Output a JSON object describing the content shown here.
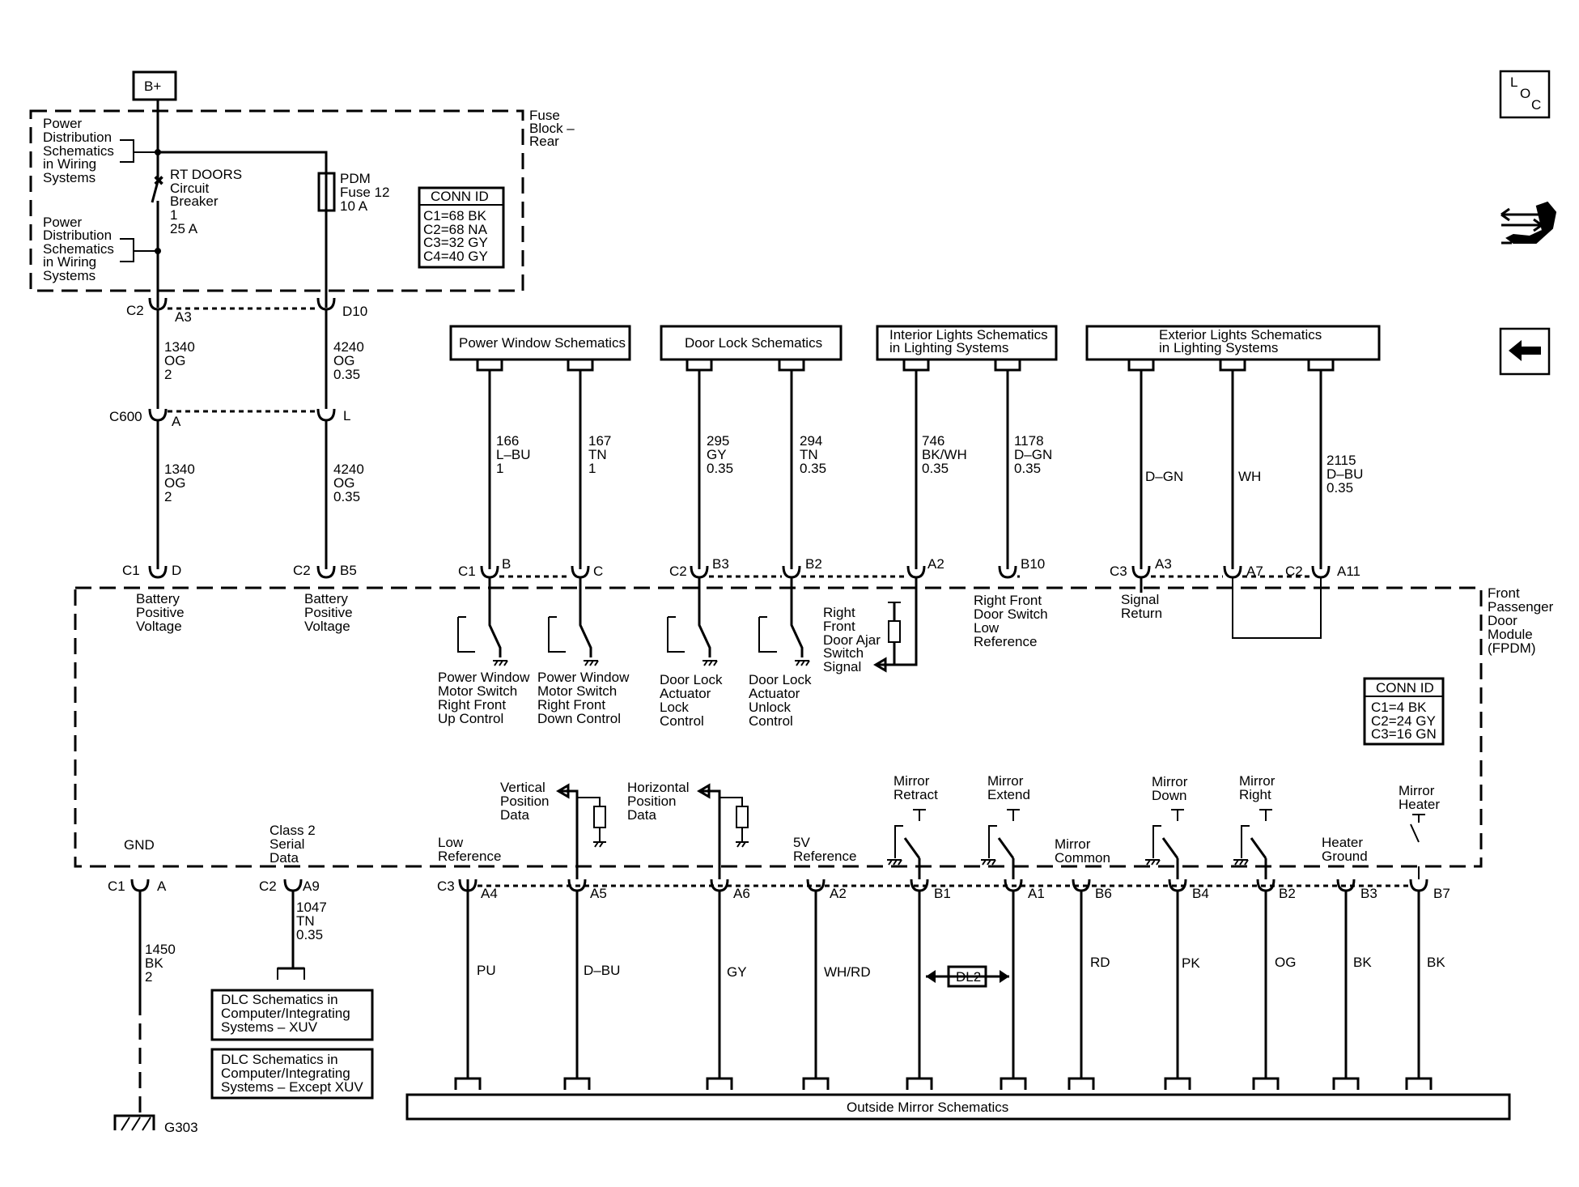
{
  "nav": {
    "loc_l": "L",
    "loc_o": "O",
    "loc_c": "C"
  },
  "power": {
    "bplus": "B+",
    "fuse_block": [
      "Fuse",
      "Block –",
      "Rear"
    ],
    "pds1": [
      "Power",
      "Distribution",
      "Schematics",
      "in Wiring",
      "Systems"
    ],
    "pds2": [
      "Power",
      "Distribution",
      "Schematics",
      "in Wiring",
      "Systems"
    ],
    "breaker": [
      "RT DOORS",
      "Circuit",
      "Breaker",
      "1",
      "25 A"
    ],
    "fuse": [
      "PDM",
      "Fuse 12",
      "10 A"
    ],
    "conn_title": "CONN ID",
    "conn_lines": [
      "C1=68 BK",
      "C2=68 NA",
      "C3=32 GY",
      "C4=40 GY"
    ]
  },
  "upper_connectors": {
    "c2": "C2",
    "a3": "A3",
    "d10": "D10",
    "c600": "C600",
    "a": "A",
    "l": "L",
    "c1_left": "C1",
    "d": "D",
    "c2_left": "C2",
    "b5": "B5"
  },
  "supply_wires": {
    "w1": [
      "1340",
      "OG",
      "2"
    ],
    "w2": [
      "4240",
      "OG",
      "0.35"
    ],
    "w3": [
      "1340",
      "OG",
      "2"
    ],
    "w4": [
      "4240",
      "OG",
      "0.35"
    ]
  },
  "battery": {
    "left": [
      "Battery",
      "Positive",
      "Voltage"
    ],
    "right": [
      "Battery",
      "Positive",
      "Voltage"
    ]
  },
  "schematics": {
    "power_window": "Power Window Schematics",
    "door_lock": "Door Lock Schematics",
    "interior": [
      "Interior Lights Schematics",
      "in Lighting Systems"
    ],
    "exterior": [
      "Exterior Lights Schematics",
      "in Lighting Systems"
    ]
  },
  "upper_wires": {
    "w166": [
      "166",
      "L–BU",
      "1"
    ],
    "w167": [
      "167",
      "TN",
      "1"
    ],
    "w295": [
      "295",
      "GY",
      "0.35"
    ],
    "w294": [
      "294",
      "TN",
      "0.35"
    ],
    "w746": [
      "746",
      "BK/WH",
      "0.35"
    ],
    "w1178": [
      "1178",
      "D–GN",
      "0.35"
    ],
    "wdgn": "D–GN",
    "wwh": "WH",
    "w2115": [
      "2115",
      "D–BU",
      "0.35"
    ]
  },
  "upper_pins": {
    "c1": "C1",
    "b": "B",
    "c": "C",
    "c2": "C2",
    "b3": "B3",
    "b2": "B2",
    "a2": "A2",
    "b10": "B10",
    "c3": "C3",
    "a3": "A3",
    "a7": "A7",
    "c2b": "C2",
    "a11": "A11"
  },
  "module": {
    "name": [
      "Front",
      "Passenger",
      "Door",
      "Module",
      "(FPDM)"
    ],
    "conn_title": "CONN ID",
    "conn_lines": [
      "C1=4 BK",
      "C2=24 GY",
      "C3=16 GN"
    ],
    "pw_up": [
      "Power Window",
      "Motor Switch",
      "Right Front",
      "Up Control"
    ],
    "pw_down": [
      "Power Window",
      "Motor Switch",
      "Right Front",
      "Down Control"
    ],
    "dl_lock": [
      "Door Lock",
      "Actuator",
      "Lock",
      "Control"
    ],
    "dl_unlock": [
      "Door Lock",
      "Actuator",
      "Unlock",
      "Control"
    ],
    "door_ajar": [
      "Right",
      "Front",
      "Door Ajar",
      "Switch",
      "Signal"
    ],
    "low_ref": [
      "Right Front",
      "Door Switch",
      "Low",
      "Reference"
    ],
    "signal_return": [
      "Signal",
      "Return"
    ],
    "gnd": "GND",
    "class2": [
      "Class 2",
      "Serial",
      "Data"
    ],
    "low_reference": [
      "Low",
      "Reference"
    ],
    "vertical": [
      "Vertical",
      "Position",
      "Data"
    ],
    "horizontal": [
      "Horizontal",
      "Position",
      "Data"
    ],
    "five_v": [
      "5V",
      "Reference"
    ],
    "retract": [
      "Mirror",
      "Retract"
    ],
    "extend": [
      "Mirror",
      "Extend"
    ],
    "common": [
      "Mirror",
      "Common"
    ],
    "down": [
      "Mirror",
      "Down"
    ],
    "right": [
      "Mirror",
      "Right"
    ],
    "heater_gnd": [
      "Heater",
      "Ground"
    ],
    "heater": [
      "Mirror",
      "Heater"
    ]
  },
  "lower_pins": {
    "c1": "C1",
    "a": "A",
    "c2": "C2",
    "a9": "A9",
    "c3": "C3",
    "a4": "A4",
    "a5": "A5",
    "a6": "A6",
    "a2": "A2",
    "b1": "B1",
    "a1": "A1",
    "b6": "B6",
    "b4": "B4",
    "b2": "B2",
    "b3": "B3",
    "b7": "B7"
  },
  "lower_wires": {
    "w1450": [
      "1450",
      "BK",
      "2"
    ],
    "w1047": [
      "1047",
      "TN",
      "0.35"
    ],
    "pu": "PU",
    "dbu": "D–BU",
    "gy": "GY",
    "whrd": "WH/RD",
    "rd": "RD",
    "pk": "PK",
    "og": "OG",
    "bk1": "BK",
    "bk2": "BK"
  },
  "dlc": {
    "xuv": [
      "DLC Schematics in",
      "Computer/Integrating",
      "Systems – XUV"
    ],
    "except": [
      "DLC Schematics in",
      "Computer/Integrating",
      "Systems – Except XUV"
    ]
  },
  "dl2": "DL2",
  "ground": "G303",
  "outside_mirror": "Outside Mirror Schematics"
}
